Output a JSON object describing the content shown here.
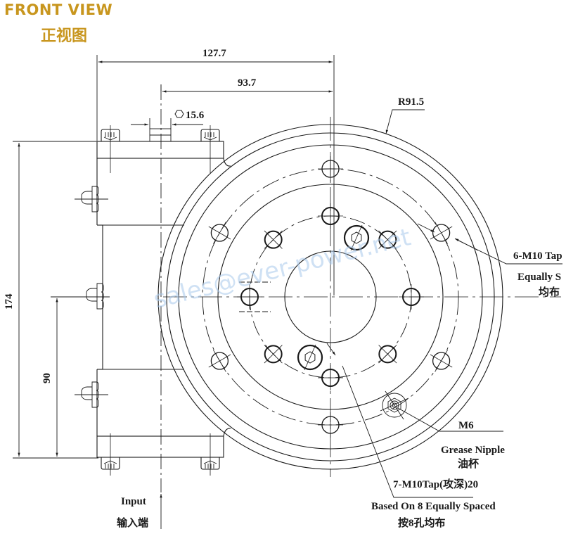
{
  "header": {
    "title_en": "FRONT VIEW",
    "title_cn": "正视图",
    "title_color": "#c8961e"
  },
  "dimensions": {
    "overall_width": "127.7",
    "shaft_offset": "93.7",
    "hex_size": "15.6",
    "outer_radius": "R91.5",
    "overall_height": "174",
    "input_height": "90"
  },
  "annotations": {
    "mount_holes_line1": "6-M10 Tap",
    "mount_holes_line2": "Equally S",
    "mount_holes_cn": "均布",
    "grease_size": "M6",
    "grease_label": "Grease Nipple",
    "grease_cn": "油杯",
    "tap_holes_line1": "7-M10Tap(攻深)20",
    "tap_holes_line2": "Based On 8 Equally Spaced",
    "tap_holes_cn": "按8孔均布",
    "input_label": "Input",
    "input_cn": "输入端"
  },
  "watermark": "sales@ever-power.net"
}
